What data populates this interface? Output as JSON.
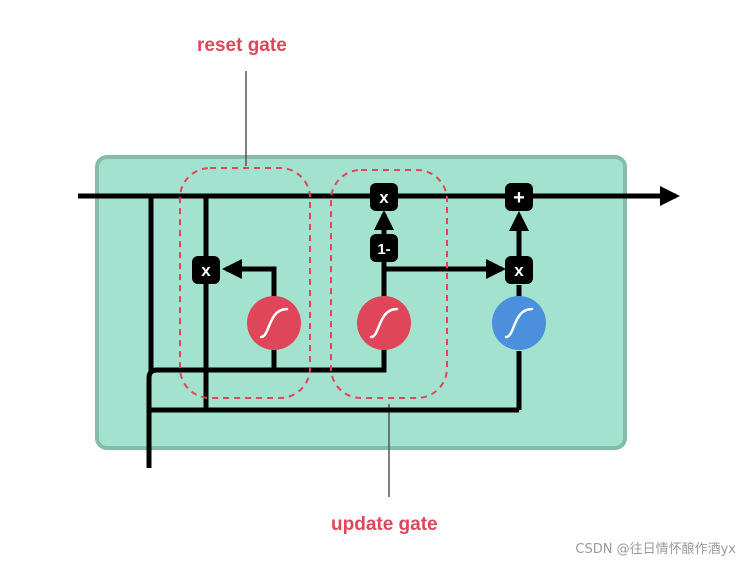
{
  "labels": {
    "reset_gate": "reset gate",
    "update_gate": "update gate"
  },
  "ops": {
    "multiply": "x",
    "add": "+",
    "one_minus": "1-"
  },
  "activations": {
    "reset_sigmoid": "sigmoid-icon",
    "update_sigmoid": "sigmoid-icon",
    "candidate_tanh": "tanh-icon"
  },
  "watermark": "CSDN @往日情怀酿作酒yx",
  "colors": {
    "cell_fill": "#a3e2cf",
    "cell_border": "#85bca9",
    "sigmoid": "#e0465a",
    "tanh": "#4a90dc",
    "gate_outline": "#e0465a",
    "label": "#e0465a",
    "line": "#000000"
  }
}
